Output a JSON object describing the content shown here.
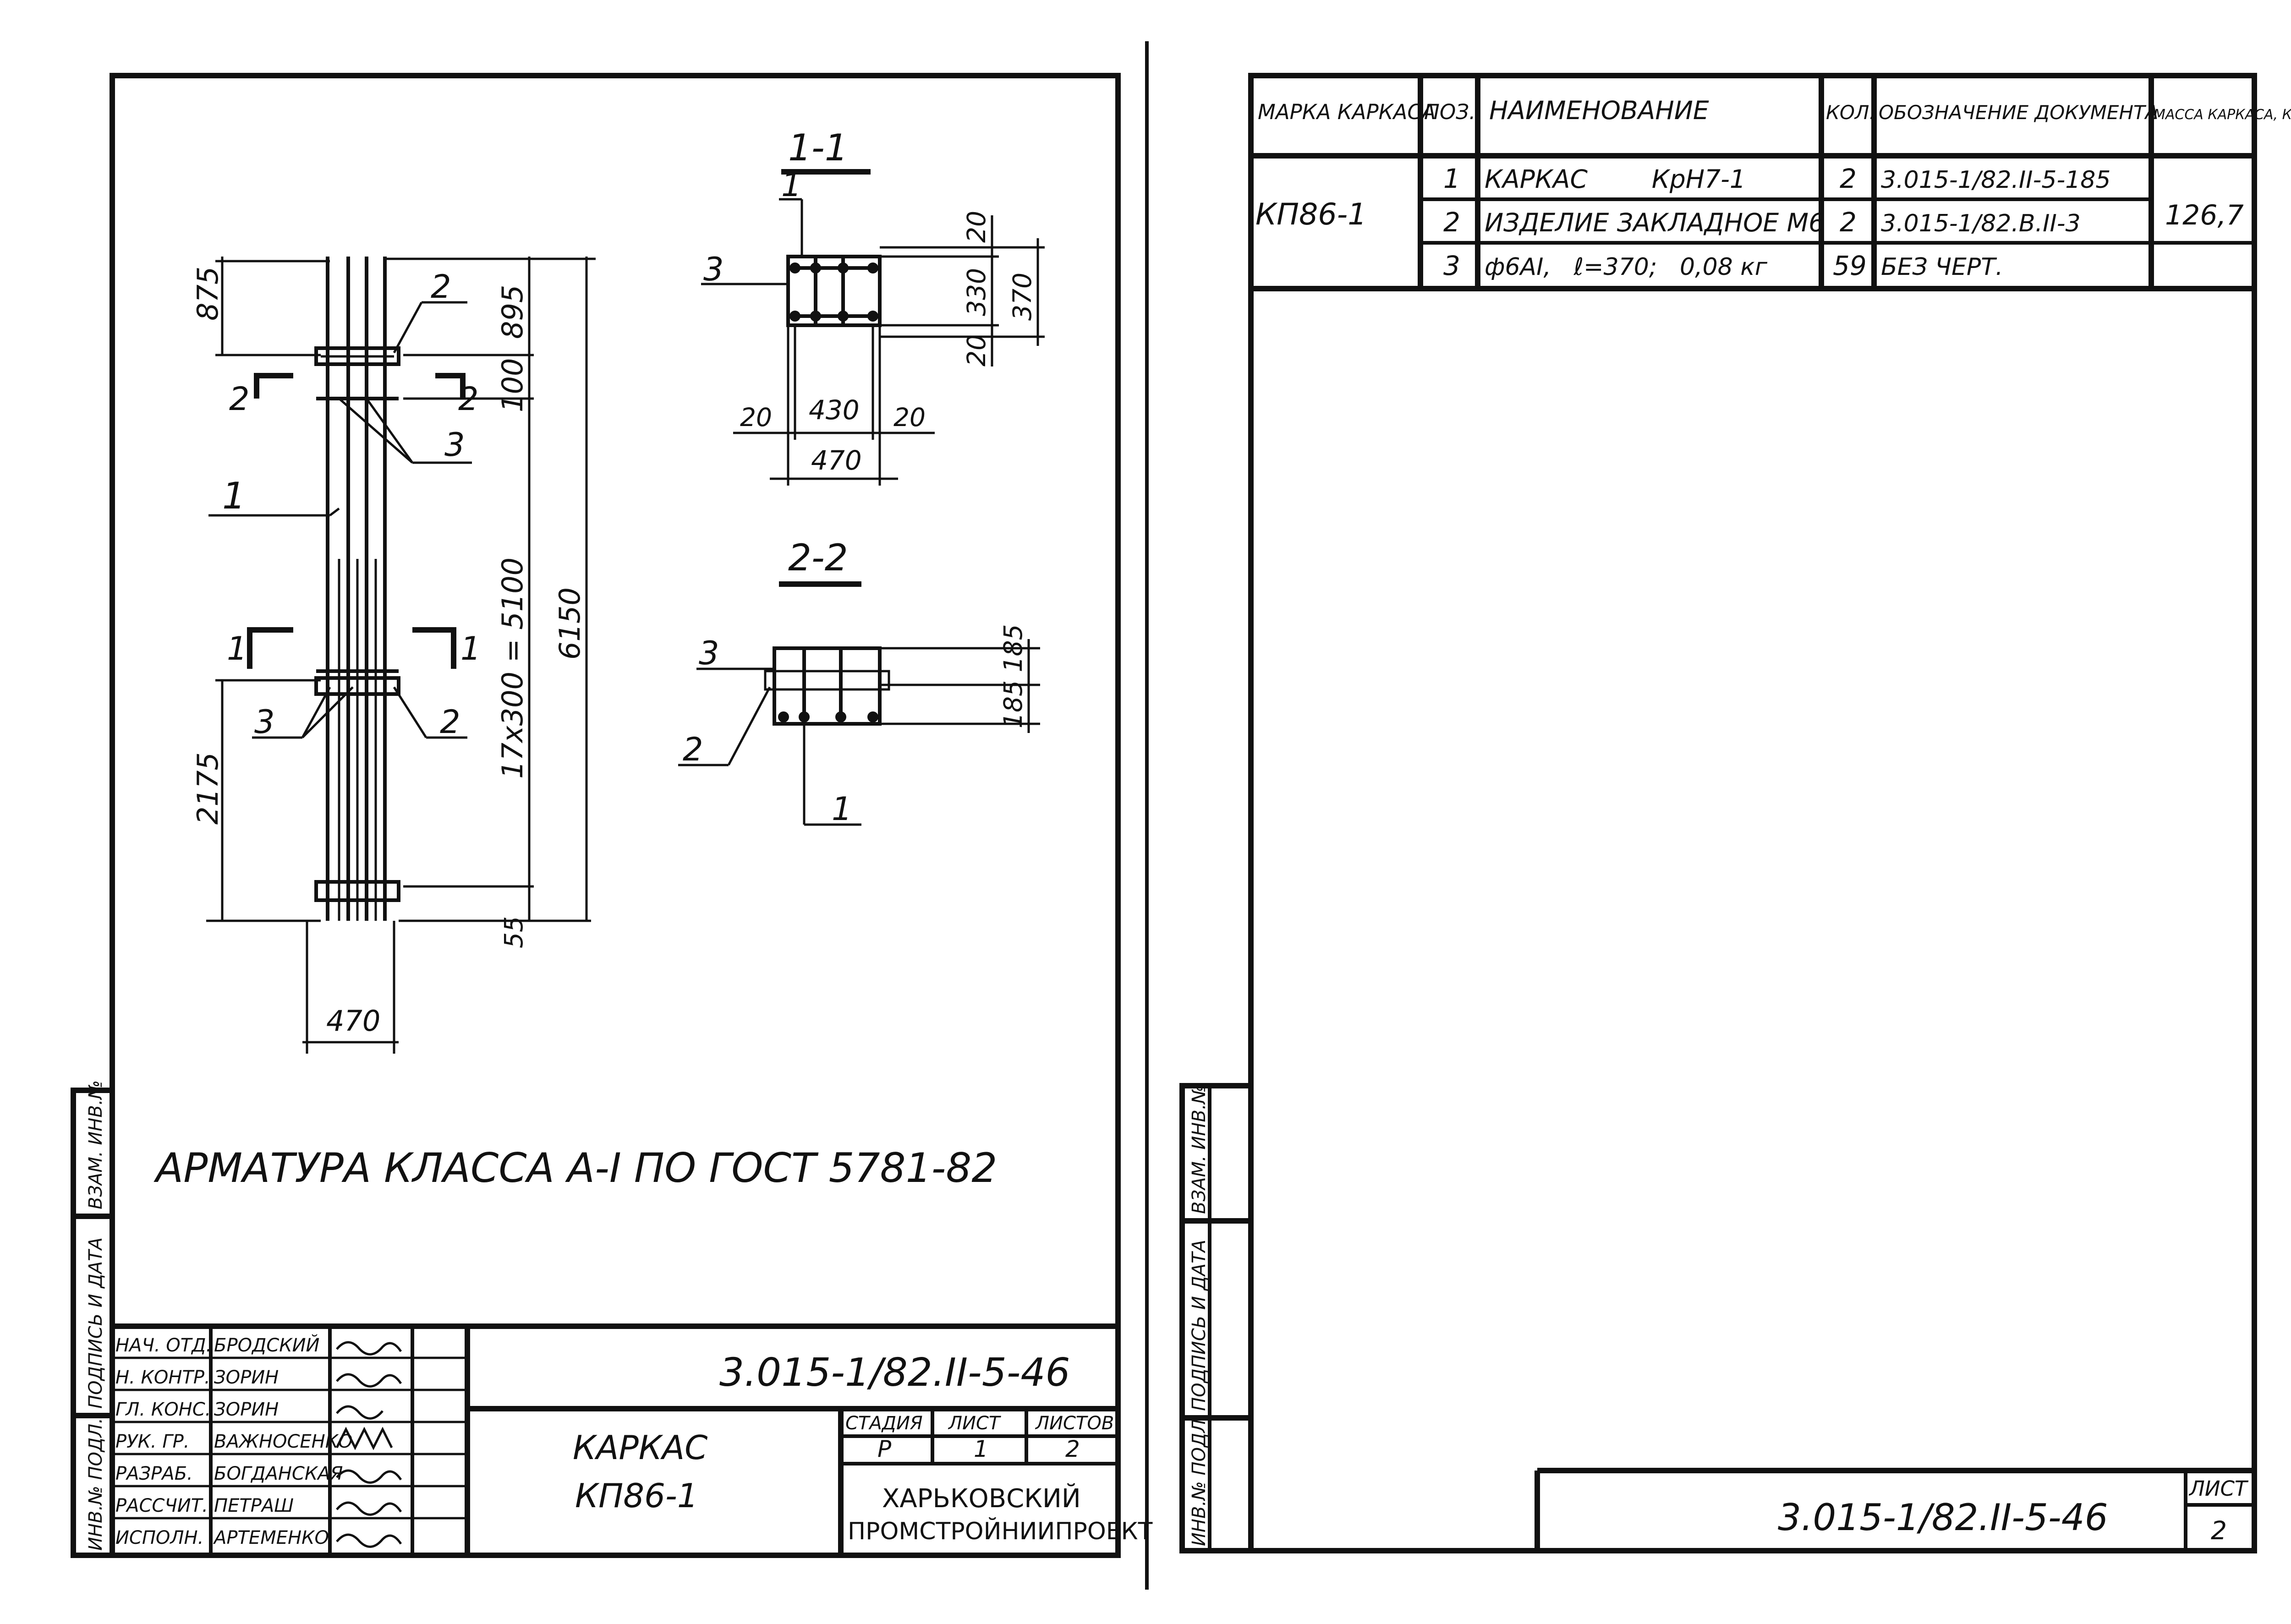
{
  "left_sheet": {
    "section_1": "1-1",
    "section_2": "2-2",
    "note": "АРМАТУРА КЛАССА А-I ПО ГОСТ 5781-82",
    "elevation": {
      "pos1": "1",
      "pos2_top": "2",
      "pos2_bottom": "2",
      "pos3_top": "3",
      "pos3_bottom": "3",
      "cut2_left": "2",
      "cut2_right": "2",
      "cut1_left": "1",
      "cut1_right": "1",
      "dim_875": "875",
      "dim_895": "895",
      "dim_100": "100",
      "dim_6150": "6150",
      "dim_5100": "17х300 = 5100",
      "dim_2175": "2175",
      "dim_55": "55",
      "dim_470": "470"
    },
    "sec11": {
      "pos1": "1",
      "pos3": "3",
      "dim_20_top": "20",
      "dim_330": "330",
      "dim_370": "370",
      "dim_20_bottom": "20",
      "dim_20_left": "20",
      "dim_430": "430",
      "dim_20_right": "20",
      "dim_470": "470"
    },
    "sec22": {
      "pos3": "3",
      "pos2": "2",
      "pos1": "1",
      "dim_185_185": "185 185"
    }
  },
  "title_block": {
    "code": "3.015-1/82.II-5-46",
    "title_line1": "КАРКАС",
    "title_line2": "КП86-1",
    "stage_header": "СТАДИЯ",
    "sheet_header": "ЛИСТ",
    "sheets_header": "ЛИСТОВ",
    "stage": "Р",
    "sheet": "1",
    "sheets": "2",
    "org_line1": "ХАРЬКОВСКИЙ",
    "org_line2": "ПРОМСТРОЙНИИПРОЕКТ",
    "signatures": [
      {
        "role": "НАЧ. ОТД.",
        "name": "БРОДСКИЙ"
      },
      {
        "role": "Н. КОНТР.",
        "name": "ЗОРИН"
      },
      {
        "role": "ГЛ. КОНС.",
        "name": "ЗОРИН"
      },
      {
        "role": "РУК. ГР.",
        "name": "ВАЖНОСЕНКО"
      },
      {
        "role": "РАЗРАБ.",
        "name": "БОГДАНСКАЯ"
      },
      {
        "role": "РАССЧИТ.",
        "name": "ПЕТРАШ"
      },
      {
        "role": "ИСПОЛН.",
        "name": "АРТЕМЕНКО"
      }
    ]
  },
  "side_stamp": {
    "inv": "ИНВ.№ ПОДЛ.",
    "sign": "ПОДПИСЬ И ДАТА",
    "vzam": "ВЗАМ. ИНВ.№"
  },
  "spec": {
    "headers": [
      "МАРКА КАРКАСА",
      "ПОЗ.",
      "НАИМЕНОВАНИЕ",
      "КОЛ.",
      "ОБОЗНАЧЕНИЕ ДОКУМЕНТА",
      "МАССА КАРКАСА, КГ"
    ],
    "mark": "КП86-1",
    "mass": "126,7",
    "rows": [
      {
        "pos": "1",
        "name": "КАРКАС        КрН7-1",
        "qty": "2",
        "doc": "3.015-1/82.II-5-185"
      },
      {
        "pos": "2",
        "name": "ИЗДЕЛИЕ ЗАКЛАДНОЕ М6",
        "qty": "2",
        "doc": "3.015-1/82.В.II-3"
      },
      {
        "pos": "3",
        "name": "ф6АI,   ℓ=370;   0,08 кг",
        "qty": "59",
        "doc": "БЕЗ ЧЕРТ."
      }
    ]
  },
  "right_sheet": {
    "code": "3.015-1/82.II-5-46",
    "sheet_label": "ЛИСТ",
    "sheet_number": "2"
  }
}
